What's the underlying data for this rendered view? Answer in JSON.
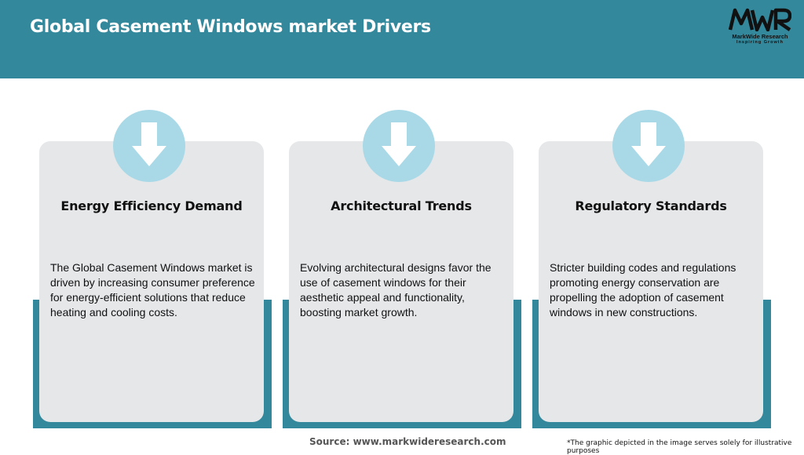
{
  "header": {
    "title": "Global Casement Windows market Drivers",
    "logo": {
      "name": "MarkWide Research",
      "tagline": "Inspiring Growth"
    }
  },
  "cards": [
    {
      "icon": "arrow-down-icon",
      "title": "Energy Efficiency Demand",
      "text": "The Global Casement Windows market is driven by increasing consumer preference for energy-efficient solutions that reduce heating and cooling costs."
    },
    {
      "icon": "arrow-down-icon",
      "title": "Architectural Trends",
      "text": "Evolving architectural designs favor the use of casement windows for their aesthetic appeal and functionality, boosting market growth."
    },
    {
      "icon": "arrow-down-icon",
      "title": "Regulatory Standards",
      "text": "Stricter building codes and regulations promoting energy conservation are propelling the adoption of casement windows in new constructions."
    }
  ],
  "footer": {
    "source": "Source: www.markwideresearch.com",
    "disclaimer": "*The graphic depicted in the image serves solely for illustrative purposes"
  },
  "colors": {
    "header": "#34889c",
    "card_background": "#e5e7e9",
    "icon_circle": "#a9d9e7",
    "accent": "#34889c"
  }
}
